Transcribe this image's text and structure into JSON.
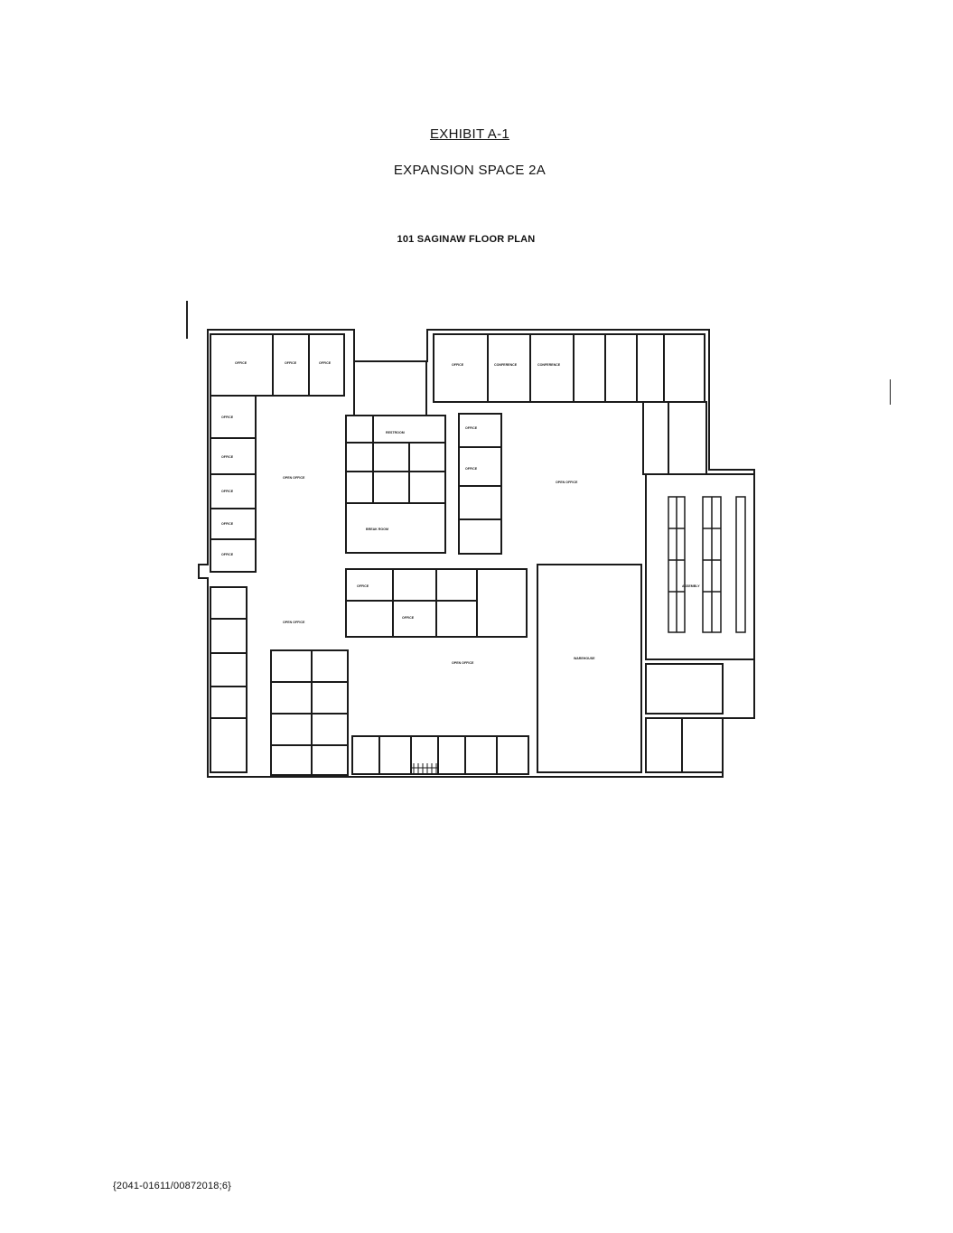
{
  "document": {
    "exhibit_title": "EXHIBIT A-1",
    "exhibit_subtitle": "EXPANSION SPACE 2A",
    "plan_title": "101 SAGINAW FLOOR PLAN",
    "footer_reference": "{2041-01611/00872018;6}"
  }
}
